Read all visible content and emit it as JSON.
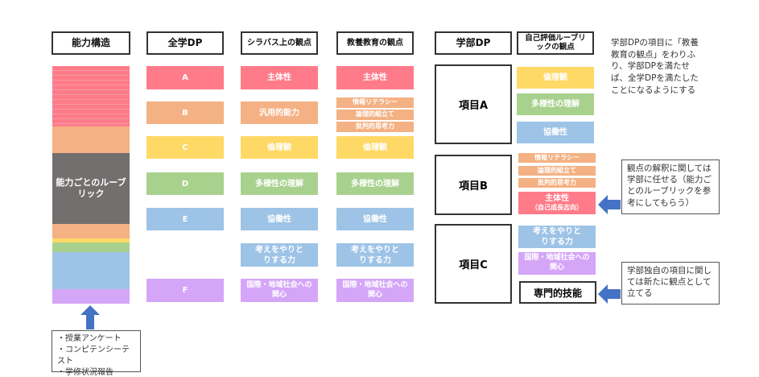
{
  "headers": {
    "ability": "能力構造",
    "all_dp": "全学DP",
    "syllabus": "シラバス上の観点",
    "liberal": "教養教育の観点",
    "faculty_dp": "学部DP",
    "self_eval": "自己評価ルーブリックの観点"
  },
  "ability": {
    "rubric": "能力ごとのルーブリック",
    "sources": [
      "・授業アンケート",
      "・コンピテンシーテスト",
      "・学修状況報告"
    ]
  },
  "all_dp": [
    "A",
    "B",
    "C",
    "D",
    "E",
    "F"
  ],
  "syllabus": [
    "主体性",
    "汎用的能力",
    "倫理観",
    "多様性の理解",
    "協働性",
    "考えをやりとりする力",
    "国際・地域社会への関心"
  ],
  "liberal": {
    "top": "主体性",
    "sub": [
      "情報リテラシー",
      "論理的組立て",
      "批判的思考力"
    ],
    "rest": [
      "倫理観",
      "多様性の理解",
      "協働性",
      "考えをやりとりする力",
      "国際・地域社会への関心"
    ]
  },
  "faculty": {
    "items": [
      "項目A",
      "項目B",
      "項目C"
    ]
  },
  "self_eval": {
    "a": [
      "倫理観",
      "多様性の理解",
      "協働性"
    ],
    "b_sub": [
      "情報リテラシー",
      "論理的組立て",
      "批判的思考力"
    ],
    "b_main": "主体性",
    "b_main_note": "（自己成長志向）",
    "c": [
      "考えをやりとりする力",
      "国際・地域社会への関心"
    ],
    "c_special": "専門的技能"
  },
  "notes": {
    "top": "学部DPの項目に「教養教育の観点」をわりふり、学部DPを満たせば、全学DPを満たしたことになるようにする",
    "callout1": "観点の解釈に関しては学部に任せる（能力ごとのルーブリックを参考にしてもらう）",
    "callout2": "学部独自の項目に関しては新たに観点として立てる"
  },
  "colors": {
    "red": "#ff7b89",
    "orange": "#f4b183",
    "yellow": "#ffd966",
    "green": "#a9d18e",
    "blue": "#9dc3e6",
    "purple": "#d5a6f8",
    "gray": "#736f6e",
    "arrow": "#4472c4"
  }
}
